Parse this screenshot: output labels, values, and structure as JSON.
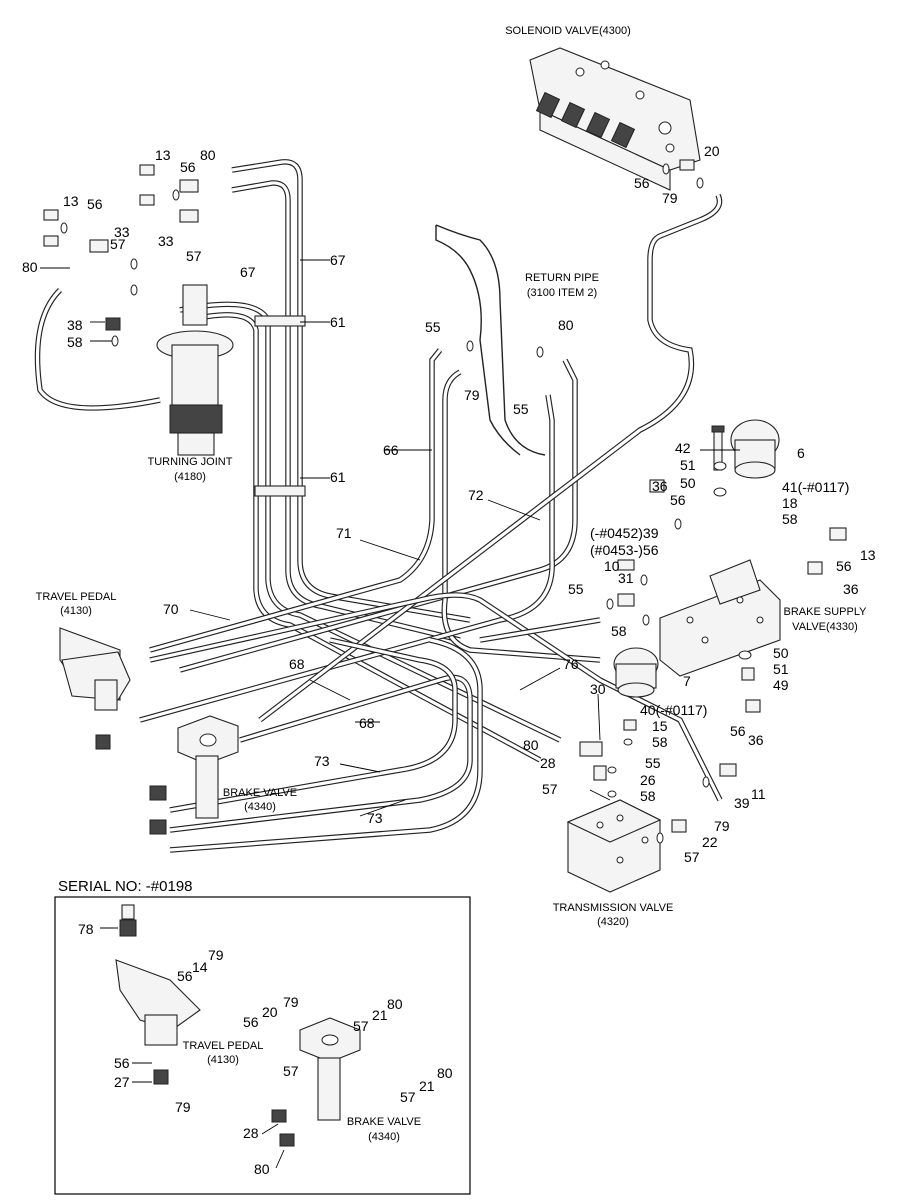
{
  "components": {
    "solenoid_valve": [
      "SOLENOID VALVE(4300)"
    ],
    "return_pipe": [
      "RETURN PIPE",
      "(3100 ITEM 2)"
    ],
    "turning_joint": [
      "TURNING JOINT",
      "(4180)"
    ],
    "travel_pedal": [
      "TRAVEL PEDAL",
      "(4130)"
    ],
    "brake_valve": [
      "BRAKE VALVE",
      "(4340)"
    ],
    "brake_supply_valve": [
      "BRAKE SUPPLY",
      "VALVE(4330)"
    ],
    "transmission_valve": [
      "TRANSMISSION VALVE",
      "(4320)"
    ],
    "inset_travel_pedal": [
      "TRAVEL PEDAL",
      "(4130)"
    ],
    "inset_brake_valve": [
      "BRAKE VALVE",
      "(4340)"
    ]
  },
  "serial_label": "SERIAL NO: -#0198",
  "part_numbers": {
    "p20_top": "20",
    "p56_top": "56",
    "p79_top": "79",
    "p13_a": "13",
    "p56_a": "56",
    "p80_a": "80",
    "p13_b": "13",
    "p56_b": "56",
    "p33_a": "33",
    "p33_b": "33",
    "p57_a": "57",
    "p57_b": "57",
    "p80_b": "80",
    "p67_a": "67",
    "p67_b": "67",
    "p38": "38",
    "p58_a": "58",
    "p61_a": "61",
    "p61_b": "61",
    "p55_a": "55",
    "p79_mid": "79",
    "p80_mid": "80",
    "p55_b": "55",
    "p66": "66",
    "p72": "72",
    "p71": "71",
    "p42": "42",
    "p51_a": "51",
    "p6": "6",
    "p41": "41(-#0117)",
    "p50_a": "50",
    "p18": "18",
    "p58_b": "58",
    "p36_a": "36",
    "p56_c": "56",
    "p39_a": "(-#0452)39",
    "p56_d": "(#0453-)56",
    "p13_c": "13",
    "p56_e": "56",
    "p36_b": "36",
    "p10": "10",
    "p31": "31",
    "p55_c": "55",
    "p58_c": "58",
    "p70": "70",
    "p68_a": "68",
    "p68_b": "68",
    "p50_b": "50",
    "p51_b": "51",
    "p49": "49",
    "p56_f": "56",
    "p36_c": "36",
    "p7": "7",
    "p76": "76",
    "p30": "30",
    "p40": "40(-#0117)",
    "p15": "15",
    "p58_d": "58",
    "p80_c": "80",
    "p28": "28",
    "p55_d": "55",
    "p26": "26",
    "p58_e": "58",
    "p57_c": "57",
    "p11": "11",
    "p39_b": "39",
    "p79_b": "79",
    "p22": "22",
    "p57_d": "57",
    "p73_a": "73",
    "p73_b": "73",
    "i78": "78",
    "i79_a": "79",
    "i14": "14",
    "i56_a": "56",
    "i79_b": "79",
    "i20": "20",
    "i56_b": "56",
    "i56_c": "56",
    "i27": "27",
    "i79_c": "79",
    "i80_a": "80",
    "i21_a": "21",
    "i57_a": "57",
    "i57_b": "57",
    "i21_b": "21",
    "i80_b": "80",
    "i57_c": "57",
    "i28": "28",
    "i80_c": "80"
  },
  "colors": {
    "line": "#222222",
    "background": "#ffffff",
    "part_fill": "#f4f4f4"
  }
}
